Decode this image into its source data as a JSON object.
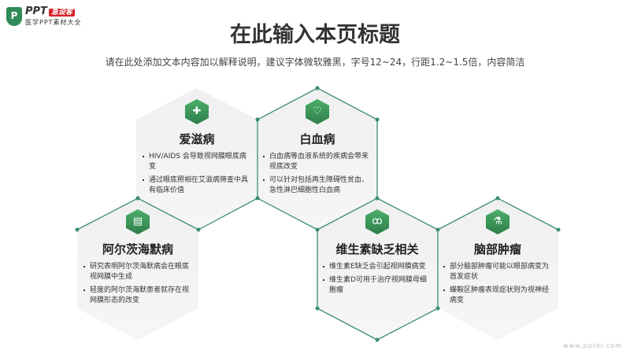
{
  "logo": {
    "brand": "PPT",
    "badge": "急设客",
    "slogan": "医学PPT素材大全"
  },
  "header": {
    "title": "在此输入本页标题",
    "subtitle": "请在此处添加文本内容加以解释说明，建议字体微软雅黑，字号12~24，行距1.2~1.5倍，内容简洁"
  },
  "accent": "#2e8b57",
  "cards": [
    {
      "icon": "diamond-plus-icon",
      "glyph": "✚",
      "title": "爱滋病",
      "bullets": [
        "HIV/AIDS 会导致视网膜眼底病变",
        "通过眼底照相在艾滋病筛查中具有临床价值"
      ]
    },
    {
      "icon": "heart-pulse-icon",
      "glyph": "♡",
      "title": "白血病",
      "bullets": [
        "白血病等血液系统的疾病会带来视底改变",
        "可以针对包括再生障碍性贫血、急性淋巴细胞性白血病"
      ]
    },
    {
      "icon": "clipboard-icon",
      "glyph": "▤",
      "title": "阿尔茨海默病",
      "bullets": [
        "研究表明阿尔茨海默病会在眼底视网膜中生成",
        "轻度的阿尔茨海默患者就存在视网膜形态的改变"
      ]
    },
    {
      "icon": "lungs-icon",
      "glyph": "ꝏ",
      "title": "维生素缺乏相关",
      "bullets": [
        "维生素E缺乏会引起视网膜病变",
        "维生素D可用于治疗视网膜母细胞瘤"
      ]
    },
    {
      "icon": "microscope-icon",
      "glyph": "⚗",
      "title": "脑部肿瘤",
      "bullets": [
        "部分脑部肿瘤可能以眼部病变为首发症状",
        "蝶鞍区肿瘤表现症状则为视神经病变"
      ]
    }
  ],
  "watermark": "www.ppter.com"
}
